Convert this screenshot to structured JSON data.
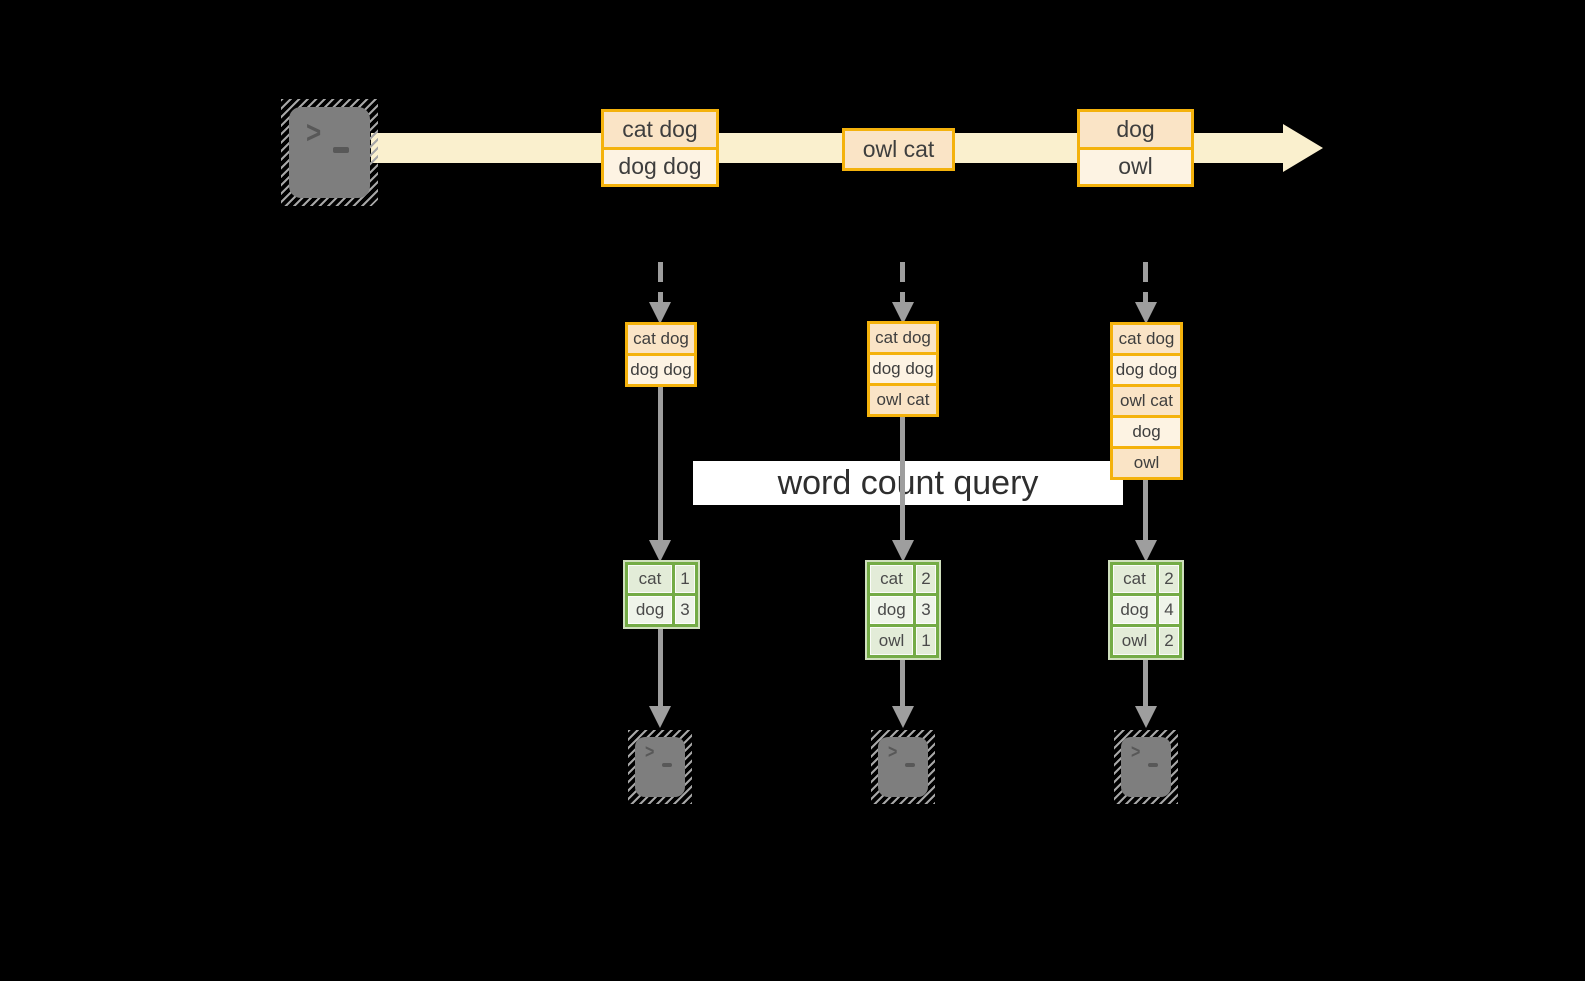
{
  "timeline": {
    "events": [
      {
        "lines": [
          "cat dog",
          "dog dog"
        ]
      },
      {
        "lines": [
          "owl cat"
        ]
      },
      {
        "lines": [
          "dog",
          "owl"
        ]
      }
    ]
  },
  "query": {
    "label": "word count query"
  },
  "columns": [
    {
      "buffer": [
        "cat dog",
        "dog dog"
      ],
      "counts": [
        {
          "word": "cat",
          "count": "1"
        },
        {
          "word": "dog",
          "count": "3"
        }
      ]
    },
    {
      "buffer": [
        "cat dog",
        "dog dog",
        "owl cat"
      ],
      "counts": [
        {
          "word": "cat",
          "count": "2"
        },
        {
          "word": "dog",
          "count": "3"
        },
        {
          "word": "owl",
          "count": "1"
        }
      ]
    },
    {
      "buffer": [
        "cat dog",
        "dog dog",
        "owl cat",
        "dog",
        "owl"
      ],
      "counts": [
        {
          "word": "cat",
          "count": "2"
        },
        {
          "word": "dog",
          "count": "4"
        },
        {
          "word": "owl",
          "count": "2"
        }
      ]
    }
  ],
  "icons": {
    "terminal_prompt": ">"
  },
  "colors": {
    "background": "#000000",
    "stream_band": "#FAF0CE",
    "gold_border": "#F4B20C",
    "fill_peach": "#FAE4C6",
    "fill_cream": "#FDF3E3",
    "green_border": "#74AB46",
    "green_cell": "#E3ECD8",
    "green_cell_light": "#EFF4EA",
    "arrow_gray": "#9E9E9E",
    "banner_bg": "#FFFFFF",
    "terminal_gray": "#7E7E7E"
  }
}
